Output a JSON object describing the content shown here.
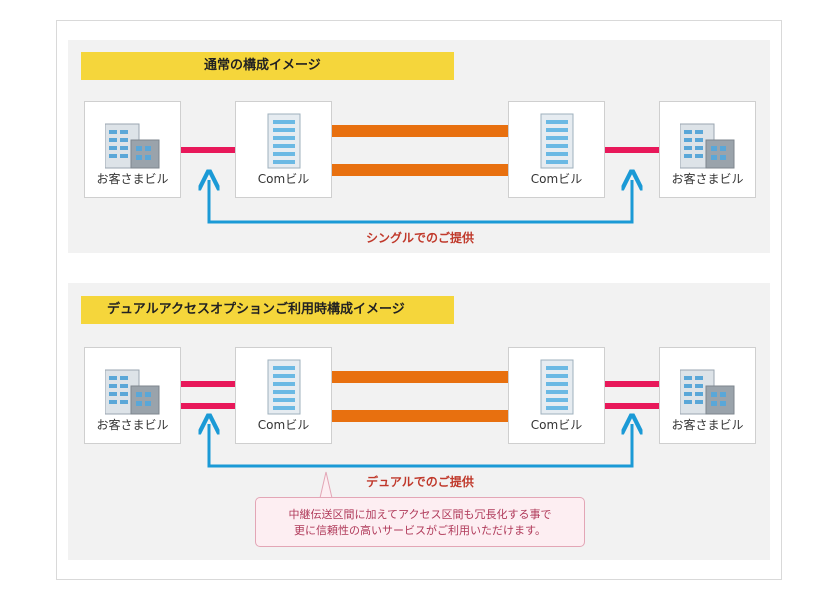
{
  "section_normal": {
    "title": "通常の構成イメージ",
    "customer_left": "お客さまビル",
    "com_left": "Comビル",
    "com_right": "Comビル",
    "customer_right": "お客さまビル",
    "caption": "シングルでのご提供"
  },
  "section_dual": {
    "title": "デュアルアクセスオプションご利用時構成イメージ",
    "customer_left": "お客さまビル",
    "com_left": "Comビル",
    "com_right": "Comビル",
    "customer_right": "お客さまビル",
    "caption": "デュアルでのご提供",
    "note_line1": "中継伝送区間に加えてアクセス区間も冗長化する事で",
    "note_line2": "更に信頼性の高いサービスがご利用いただけます。"
  },
  "colors": {
    "title_bg": "#f5d63b",
    "access_line": "#e8185a",
    "relay_line": "#e8700f",
    "arrow": "#1b9ad6",
    "caption_text": "#c0392b"
  }
}
